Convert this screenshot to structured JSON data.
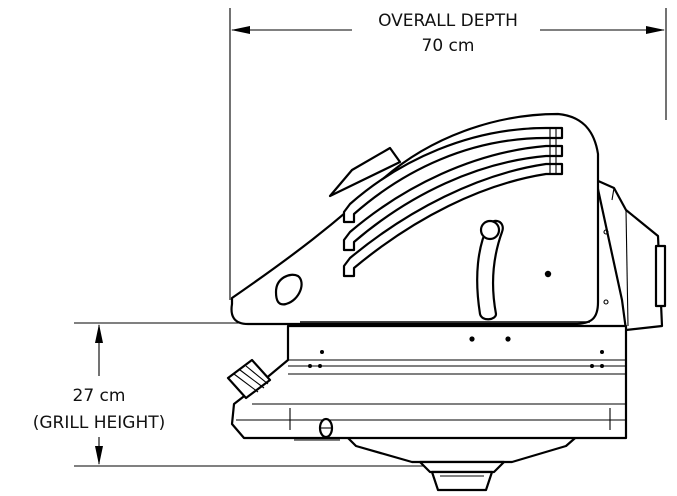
{
  "dimensions": {
    "depth": {
      "label": "OVERALL DEPTH",
      "value": "70 cm"
    },
    "height": {
      "value": "27 cm",
      "label": "(GRILL HEIGHT)"
    }
  },
  "colors": {
    "line": "#000000",
    "background": "#ffffff"
  }
}
